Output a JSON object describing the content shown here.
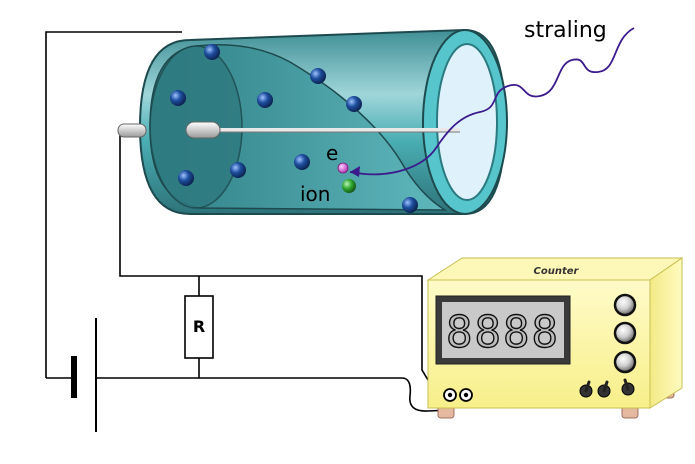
{
  "labels": {
    "radiation": "straling",
    "electron": "e",
    "ion": "ion",
    "resistor": "R",
    "device_brand": "Counter"
  },
  "counter_display": "8888",
  "colors": {
    "tube_body": "#4aaeb3",
    "tube_rim": "#57c6cc",
    "window": "#dff2fb",
    "gas_atom": "#1f4fa0",
    "electron": "#cc44cc",
    "ion": "#2ea52e",
    "radiation_path": "#3b1a8c",
    "counter_case": "#fbf6a6",
    "display_bg": "#c9c9c9",
    "wire": "#000000"
  },
  "icons": {
    "knob": "round-knob-icon",
    "toggle": "toggle-switch-icon",
    "socket": "banana-socket-icon"
  }
}
